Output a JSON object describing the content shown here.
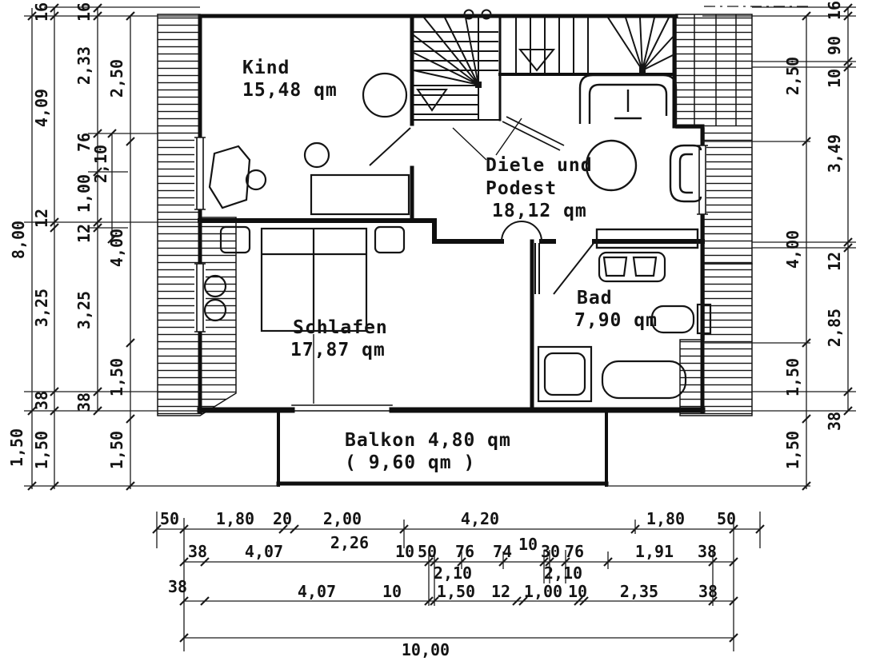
{
  "rooms": {
    "kind": {
      "name": "Kind",
      "area": "15,48 qm"
    },
    "diele": {
      "line1": "Diele und",
      "line2": "Podest",
      "area": "18,12 qm"
    },
    "schlafen": {
      "name": "Schlafen",
      "area": "17,87 qm"
    },
    "bad": {
      "name": "Bad",
      "area": "7,90 qm"
    },
    "balkon": {
      "line1": "Balkon 4,80 qm",
      "line2": "( 9,60 qm )"
    }
  },
  "dimensions": {
    "left": {
      "outer_total": "8,00",
      "outer_balcony": "1,50",
      "chain2": [
        "16",
        "4,09",
        "12",
        "3,25",
        "38",
        "1,50"
      ],
      "chain3": [
        "16",
        "2,33",
        "76",
        "1,00",
        "12",
        "3,25",
        "38"
      ],
      "window": "2,10",
      "chain4": [
        "2,50",
        "4,00",
        "1,50",
        "1,50"
      ]
    },
    "right": {
      "inner": [
        "2,50",
        "4,00",
        "1,50",
        "1,50"
      ],
      "outer": [
        "16",
        "90",
        "10",
        "3,49",
        "12",
        "2,85",
        "38"
      ]
    },
    "bottom": {
      "row1": [
        "50",
        "1,80",
        "20",
        "2,00",
        "4,20",
        "1,80",
        "50"
      ],
      "row1_sub": "2,26",
      "row2": [
        "38",
        "4,07",
        "10",
        "50",
        "76",
        "74",
        "10",
        "30",
        "76",
        "1,91",
        "38"
      ],
      "row2_sub": [
        "2,10",
        "2,10"
      ],
      "row3": [
        "38",
        "4,07",
        "10",
        "1,50",
        "12",
        "1,00",
        "10",
        "2,35",
        "38"
      ],
      "total": "10,00"
    }
  }
}
